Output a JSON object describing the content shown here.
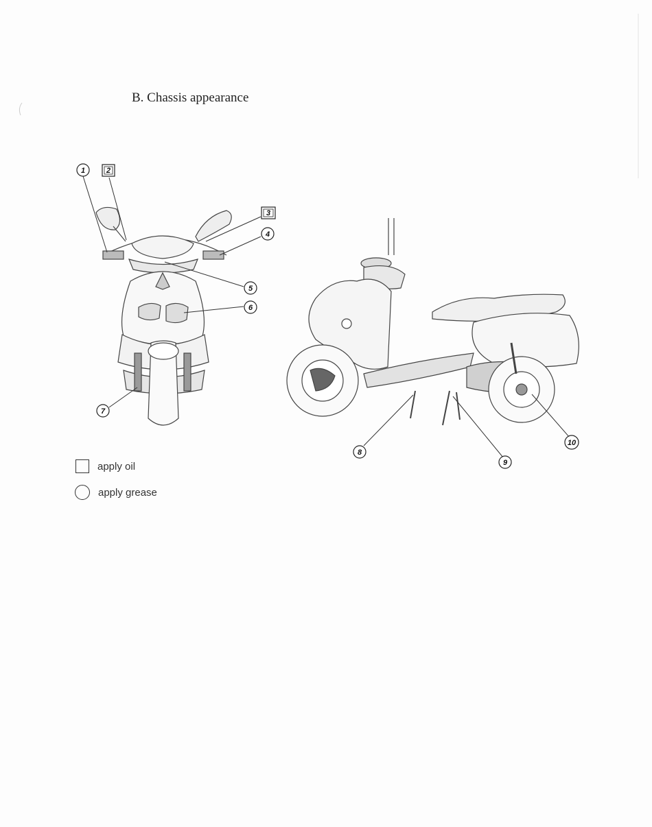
{
  "section": {
    "title": "B. Chassis appearance"
  },
  "callouts": {
    "c1": "1",
    "c2": "2",
    "c3": "3",
    "c4": "4",
    "c5": "5",
    "c6": "6",
    "c7": "7",
    "c8": "8",
    "c9": "9",
    "c10": "10"
  },
  "legend": {
    "oil_label": "apply oil",
    "grease_label": "apply grease"
  }
}
